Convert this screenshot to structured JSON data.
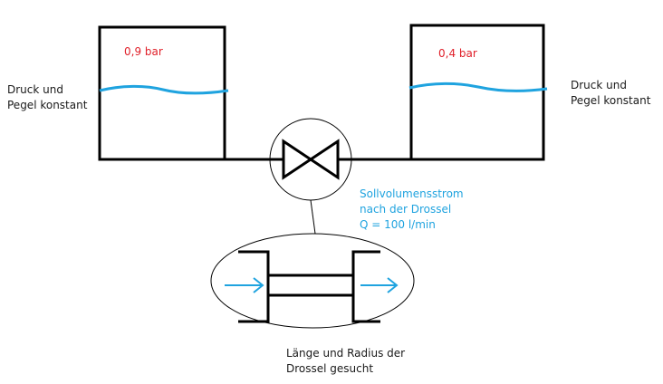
{
  "tanks": {
    "left": {
      "pressure": "0,9 bar",
      "side_label": [
        "Druck und",
        "Pegel konstant"
      ]
    },
    "right": {
      "pressure": "0,4 bar",
      "side_label": [
        "Druck und",
        "Pegel konstant"
      ]
    }
  },
  "flow_note": [
    "Sollvolumensstrom",
    "nach der Drossel",
    "Q = 100 l/min"
  ],
  "bottom_note": [
    "Länge und Radius der",
    "Drossel gesucht"
  ],
  "colors": {
    "pressure_text": "#e0202a",
    "water_level": "#1fa3df",
    "flow_text": "#1fa3df",
    "arrows": "#1fa3df",
    "lines": "#000000",
    "labels": "#1a1a1a"
  },
  "icons": [
    "valve-icon",
    "arrow-right-icon"
  ]
}
